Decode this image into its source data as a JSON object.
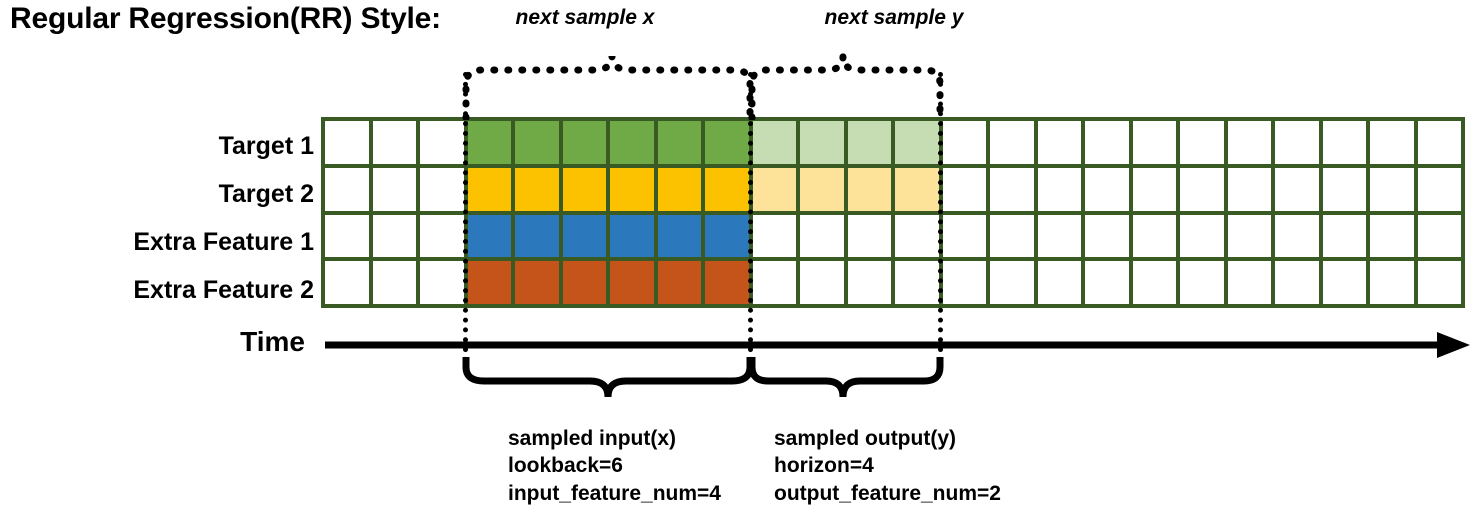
{
  "title": "Regular Regression(RR) Style:",
  "rows": [
    {
      "label": "Target 1",
      "name": "target-1"
    },
    {
      "label": "Target 2",
      "name": "target-2"
    },
    {
      "label": "Extra Feature 1",
      "name": "extra-feature-1"
    },
    {
      "label": "Extra Feature 2",
      "name": "extra-feature-2"
    }
  ],
  "axis": {
    "label": "Time"
  },
  "top_braces": [
    {
      "label": "next sample x",
      "name": "next-sample-x"
    },
    {
      "label": "next sample y",
      "name": "next-sample-y"
    }
  ],
  "bottom_braces": [
    {
      "name": "sampled-input",
      "lines": [
        "sampled input(x)",
        "lookback=6",
        "input_feature_num=4"
      ]
    },
    {
      "name": "sampled-output",
      "lines": [
        "sampled output(y)",
        "horizon=4",
        "output_feature_num=2"
      ]
    }
  ],
  "grid": {
    "columns": 24,
    "rows": 4,
    "lead_blank_columns": 3,
    "input_columns": 6,
    "output_columns": 4,
    "border_color": "#3a5a23",
    "cells": [
      [
        "#ffffff",
        "#ffffff",
        "#ffffff",
        "#6faa46",
        "#6faa46",
        "#6faa46",
        "#6faa46",
        "#6faa46",
        "#6faa46",
        "#c6ddb3",
        "#c6ddb3",
        "#c6ddb3",
        "#c6ddb3",
        "#ffffff",
        "#ffffff",
        "#ffffff",
        "#ffffff",
        "#ffffff",
        "#ffffff",
        "#ffffff",
        "#ffffff",
        "#ffffff",
        "#ffffff",
        "#ffffff"
      ],
      [
        "#ffffff",
        "#ffffff",
        "#ffffff",
        "#fcc200",
        "#fcc200",
        "#fcc200",
        "#fcc200",
        "#fcc200",
        "#fcc200",
        "#fce399",
        "#fce399",
        "#fce399",
        "#fce399",
        "#ffffff",
        "#ffffff",
        "#ffffff",
        "#ffffff",
        "#ffffff",
        "#ffffff",
        "#ffffff",
        "#ffffff",
        "#ffffff",
        "#ffffff",
        "#ffffff"
      ],
      [
        "#ffffff",
        "#ffffff",
        "#ffffff",
        "#2c78bd",
        "#2c78bd",
        "#2c78bd",
        "#2c78bd",
        "#2c78bd",
        "#2c78bd",
        "#ffffff",
        "#ffffff",
        "#ffffff",
        "#ffffff",
        "#ffffff",
        "#ffffff",
        "#ffffff",
        "#ffffff",
        "#ffffff",
        "#ffffff",
        "#ffffff",
        "#ffffff",
        "#ffffff",
        "#ffffff",
        "#ffffff"
      ],
      [
        "#ffffff",
        "#ffffff",
        "#ffffff",
        "#c4541a",
        "#c4541a",
        "#c4541a",
        "#c4541a",
        "#c4541a",
        "#c4541a",
        "#ffffff",
        "#ffffff",
        "#ffffff",
        "#ffffff",
        "#ffffff",
        "#ffffff",
        "#ffffff",
        "#ffffff",
        "#ffffff",
        "#ffffff",
        "#ffffff",
        "#ffffff",
        "#ffffff",
        "#ffffff",
        "#ffffff"
      ]
    ]
  },
  "colors": {
    "target_1": "#6faa46",
    "target_1_faded": "#c6ddb3",
    "target_2": "#fcc200",
    "target_2_faded": "#fce399",
    "extra_feature_1": "#2c78bd",
    "extra_feature_2": "#c4541a",
    "grid_border": "#3a5a23",
    "ink": "#000000"
  }
}
